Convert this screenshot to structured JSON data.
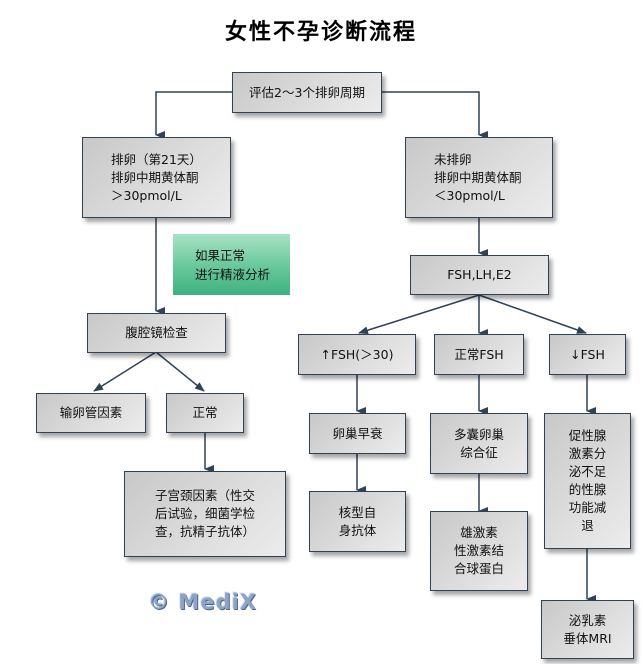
{
  "title": "女性不孕诊断流程",
  "nodes": {
    "evaluate": "评估2～3个排卵周期",
    "ovulation": "排卵（第21天）\n排卵中期黄体酮\n＞30pmol/L",
    "anovulation": "未排卵\n排卵中期黄体酮\n＜30pmol/L",
    "semen_note": "如果正常\n进行精液分析",
    "hormones": "FSH,LH,E2",
    "laparoscopy": "腹腔镜检查",
    "tubal": "输卵管因素",
    "normal": "正常",
    "cervical": "子宫颈因素（性交\n后试验，细菌学检\n查，抗精子抗体）",
    "fsh_high": "↑FSH(＞30)",
    "fsh_normal": "正常FSH",
    "fsh_low": "↓FSH",
    "ovarian_failure": "卵巢早衰",
    "karyotype": "核型自\n身抗体",
    "pcos": "多囊卵巢\n综合征",
    "androgen": "雄激素\n性激素结\n合球蛋白",
    "hypogonadism": "促性腺\n激素分\n泌不足\n的性腺\n功能减\n退",
    "prolactin": "泌乳素\n垂体MRI"
  },
  "watermark": "© MediX",
  "colors": {
    "line": "#2f4257",
    "note_green": "#5cc495",
    "box_border": "#2f4257"
  }
}
